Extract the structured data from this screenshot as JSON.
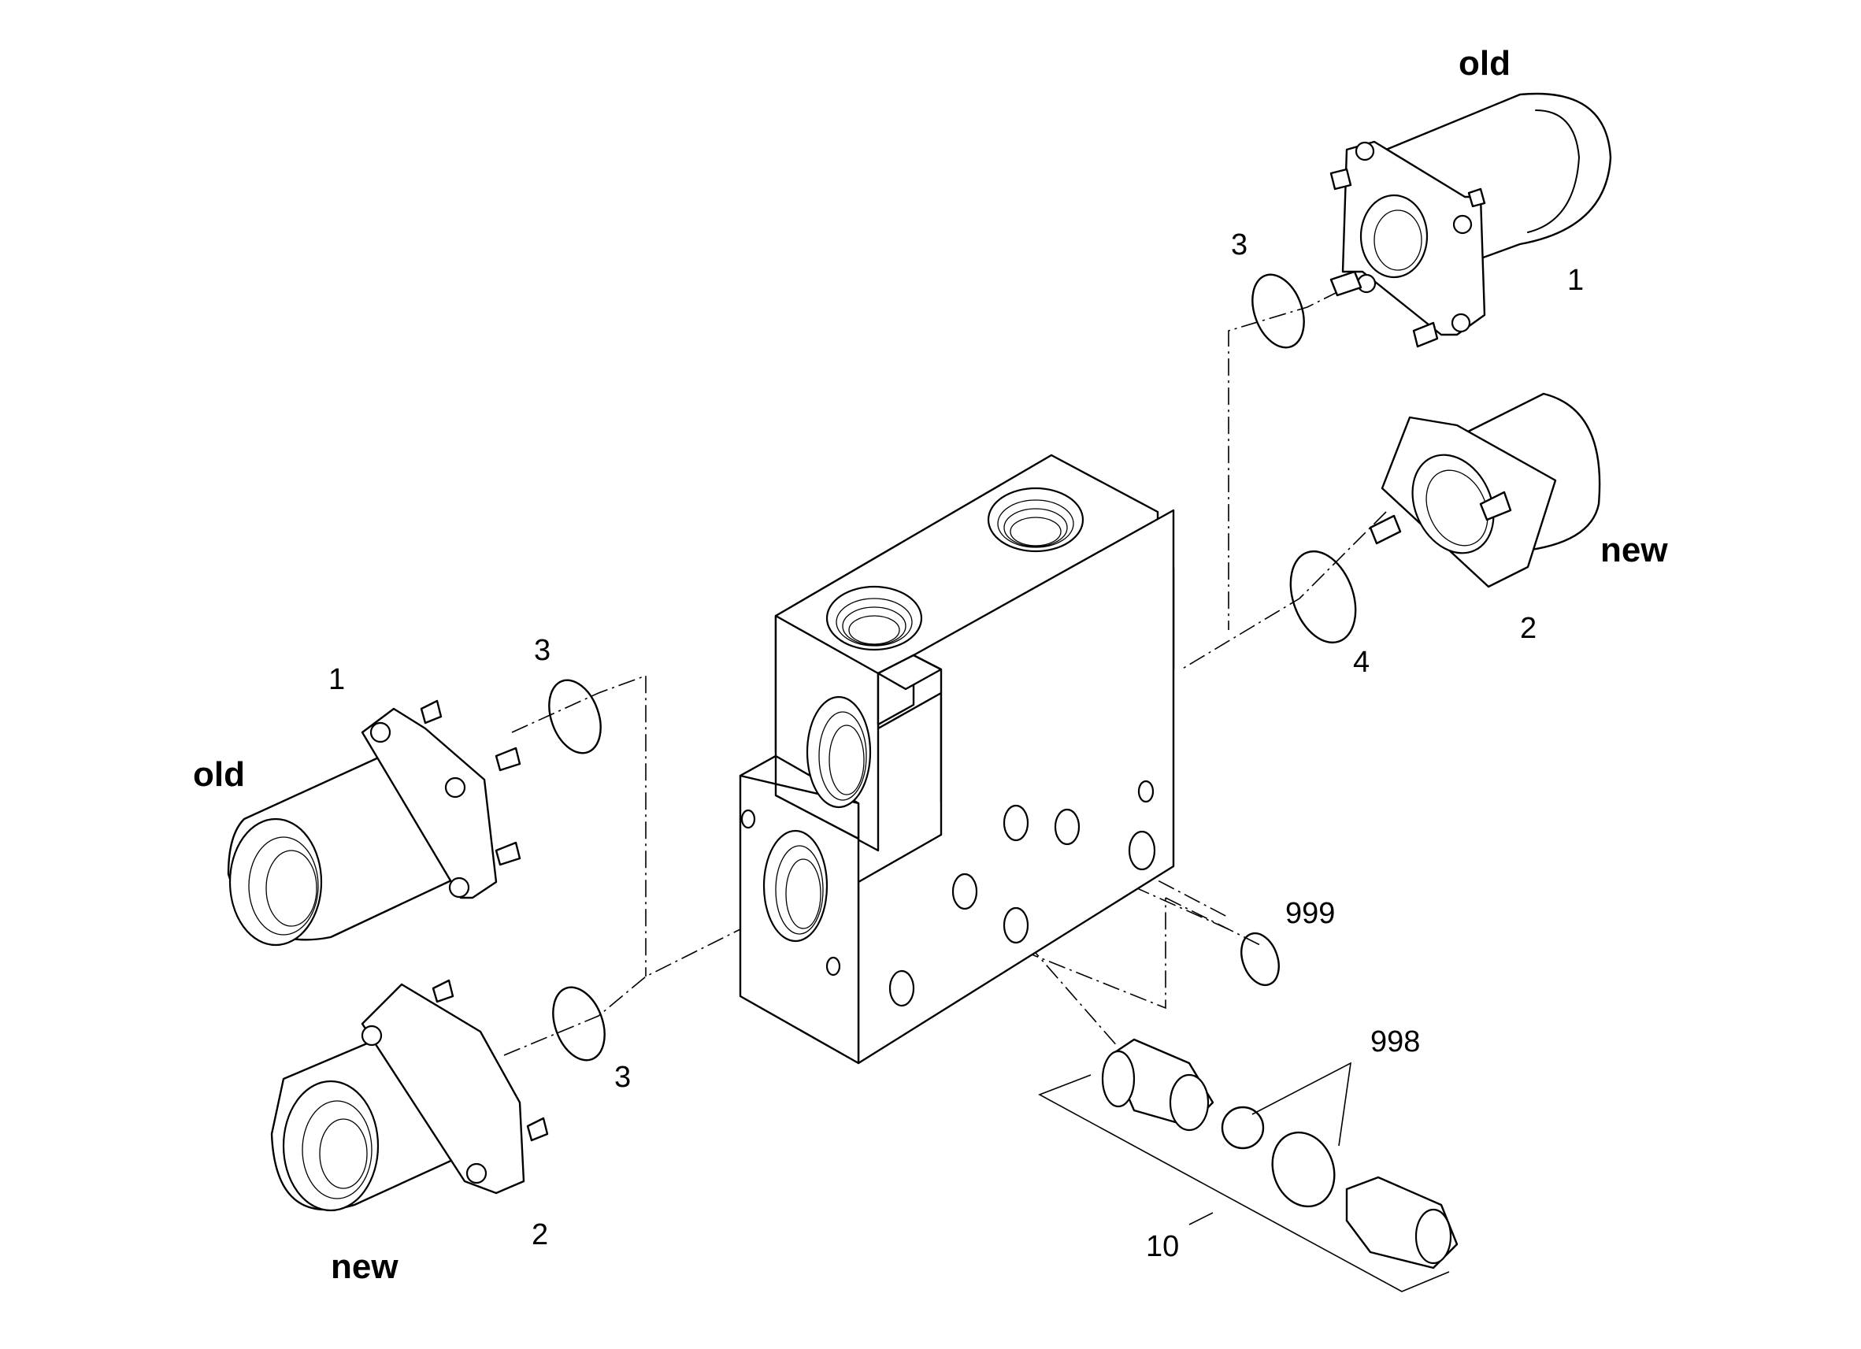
{
  "labels": {
    "old_top": "old",
    "old_left": "old",
    "new_right": "new",
    "new_bottom": "new",
    "callout_1_top": "1",
    "callout_1_left": "1",
    "callout_2_right": "2",
    "callout_2_bottom": "2",
    "callout_3_top": "3",
    "callout_3_left_upper": "3",
    "callout_3_left_lower": "3",
    "callout_4": "4",
    "callout_999": "999",
    "callout_998": "998",
    "callout_10": "10"
  }
}
